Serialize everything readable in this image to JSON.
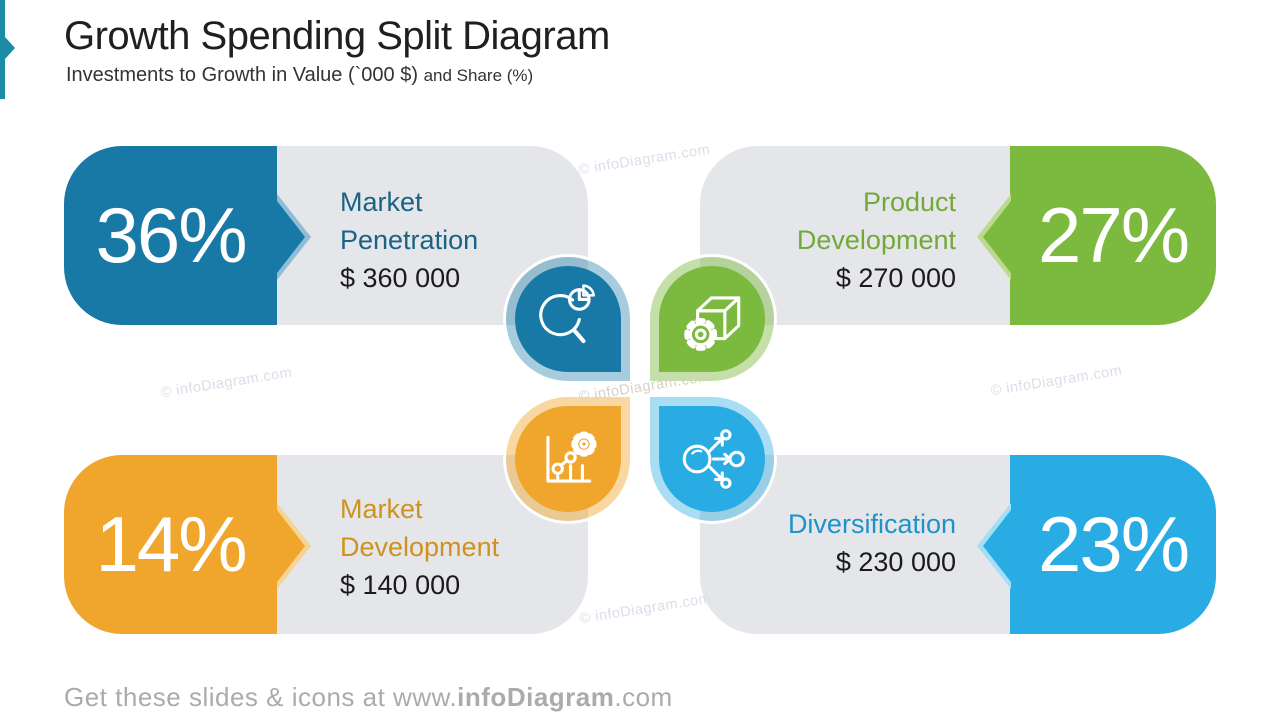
{
  "header": {
    "title": "Growth Spending Split Diagram",
    "subtitle": "Investments to Growth in Value (`000 $)",
    "subtitle_small": "and Share (%)"
  },
  "quadrants": {
    "market_penetration": {
      "share": "36%",
      "line1": "Market",
      "line2": "Penetration",
      "value": "$ 360 000"
    },
    "product_development": {
      "share": "27%",
      "line1": "Product",
      "line2": "Development",
      "value": "$ 270 000"
    },
    "market_development": {
      "share": "14%",
      "line1": "Market",
      "line2": "Development",
      "value": "$ 140 000"
    },
    "diversification": {
      "share": "23%",
      "line1": "Diversification",
      "value": "$ 230 000"
    }
  },
  "icons": {
    "market_penetration": "magnifier-pie-chart-icon",
    "product_development": "cube-gear-icon",
    "market_development": "growth-chart-gear-icon",
    "diversification": "branching-arrows-icon"
  },
  "colors": {
    "blue": "#1878A6",
    "green": "#7CB93F",
    "orange": "#F0A62C",
    "cyan": "#29ABE3",
    "gray_pill": "#E4E6EA",
    "accent_teal": "#1B8CA3",
    "label_blue": "#1A6385",
    "label_green": "#74A93A",
    "label_orange": "#D0921E",
    "label_cyan": "#1D93CB"
  },
  "chart_data": {
    "type": "pie",
    "title": "Growth Spending Split",
    "categories": [
      "Market Penetration",
      "Product Development",
      "Market Development",
      "Diversification"
    ],
    "values": [
      360000,
      270000,
      140000,
      230000
    ],
    "shares_percent": [
      36,
      27,
      14,
      23
    ],
    "unit": "'000 $"
  },
  "watermark": "© infoDiagram.com",
  "footer": {
    "prefix": "Get these slides & icons at www.",
    "brand": "infoDiagram",
    "suffix": ".com"
  }
}
